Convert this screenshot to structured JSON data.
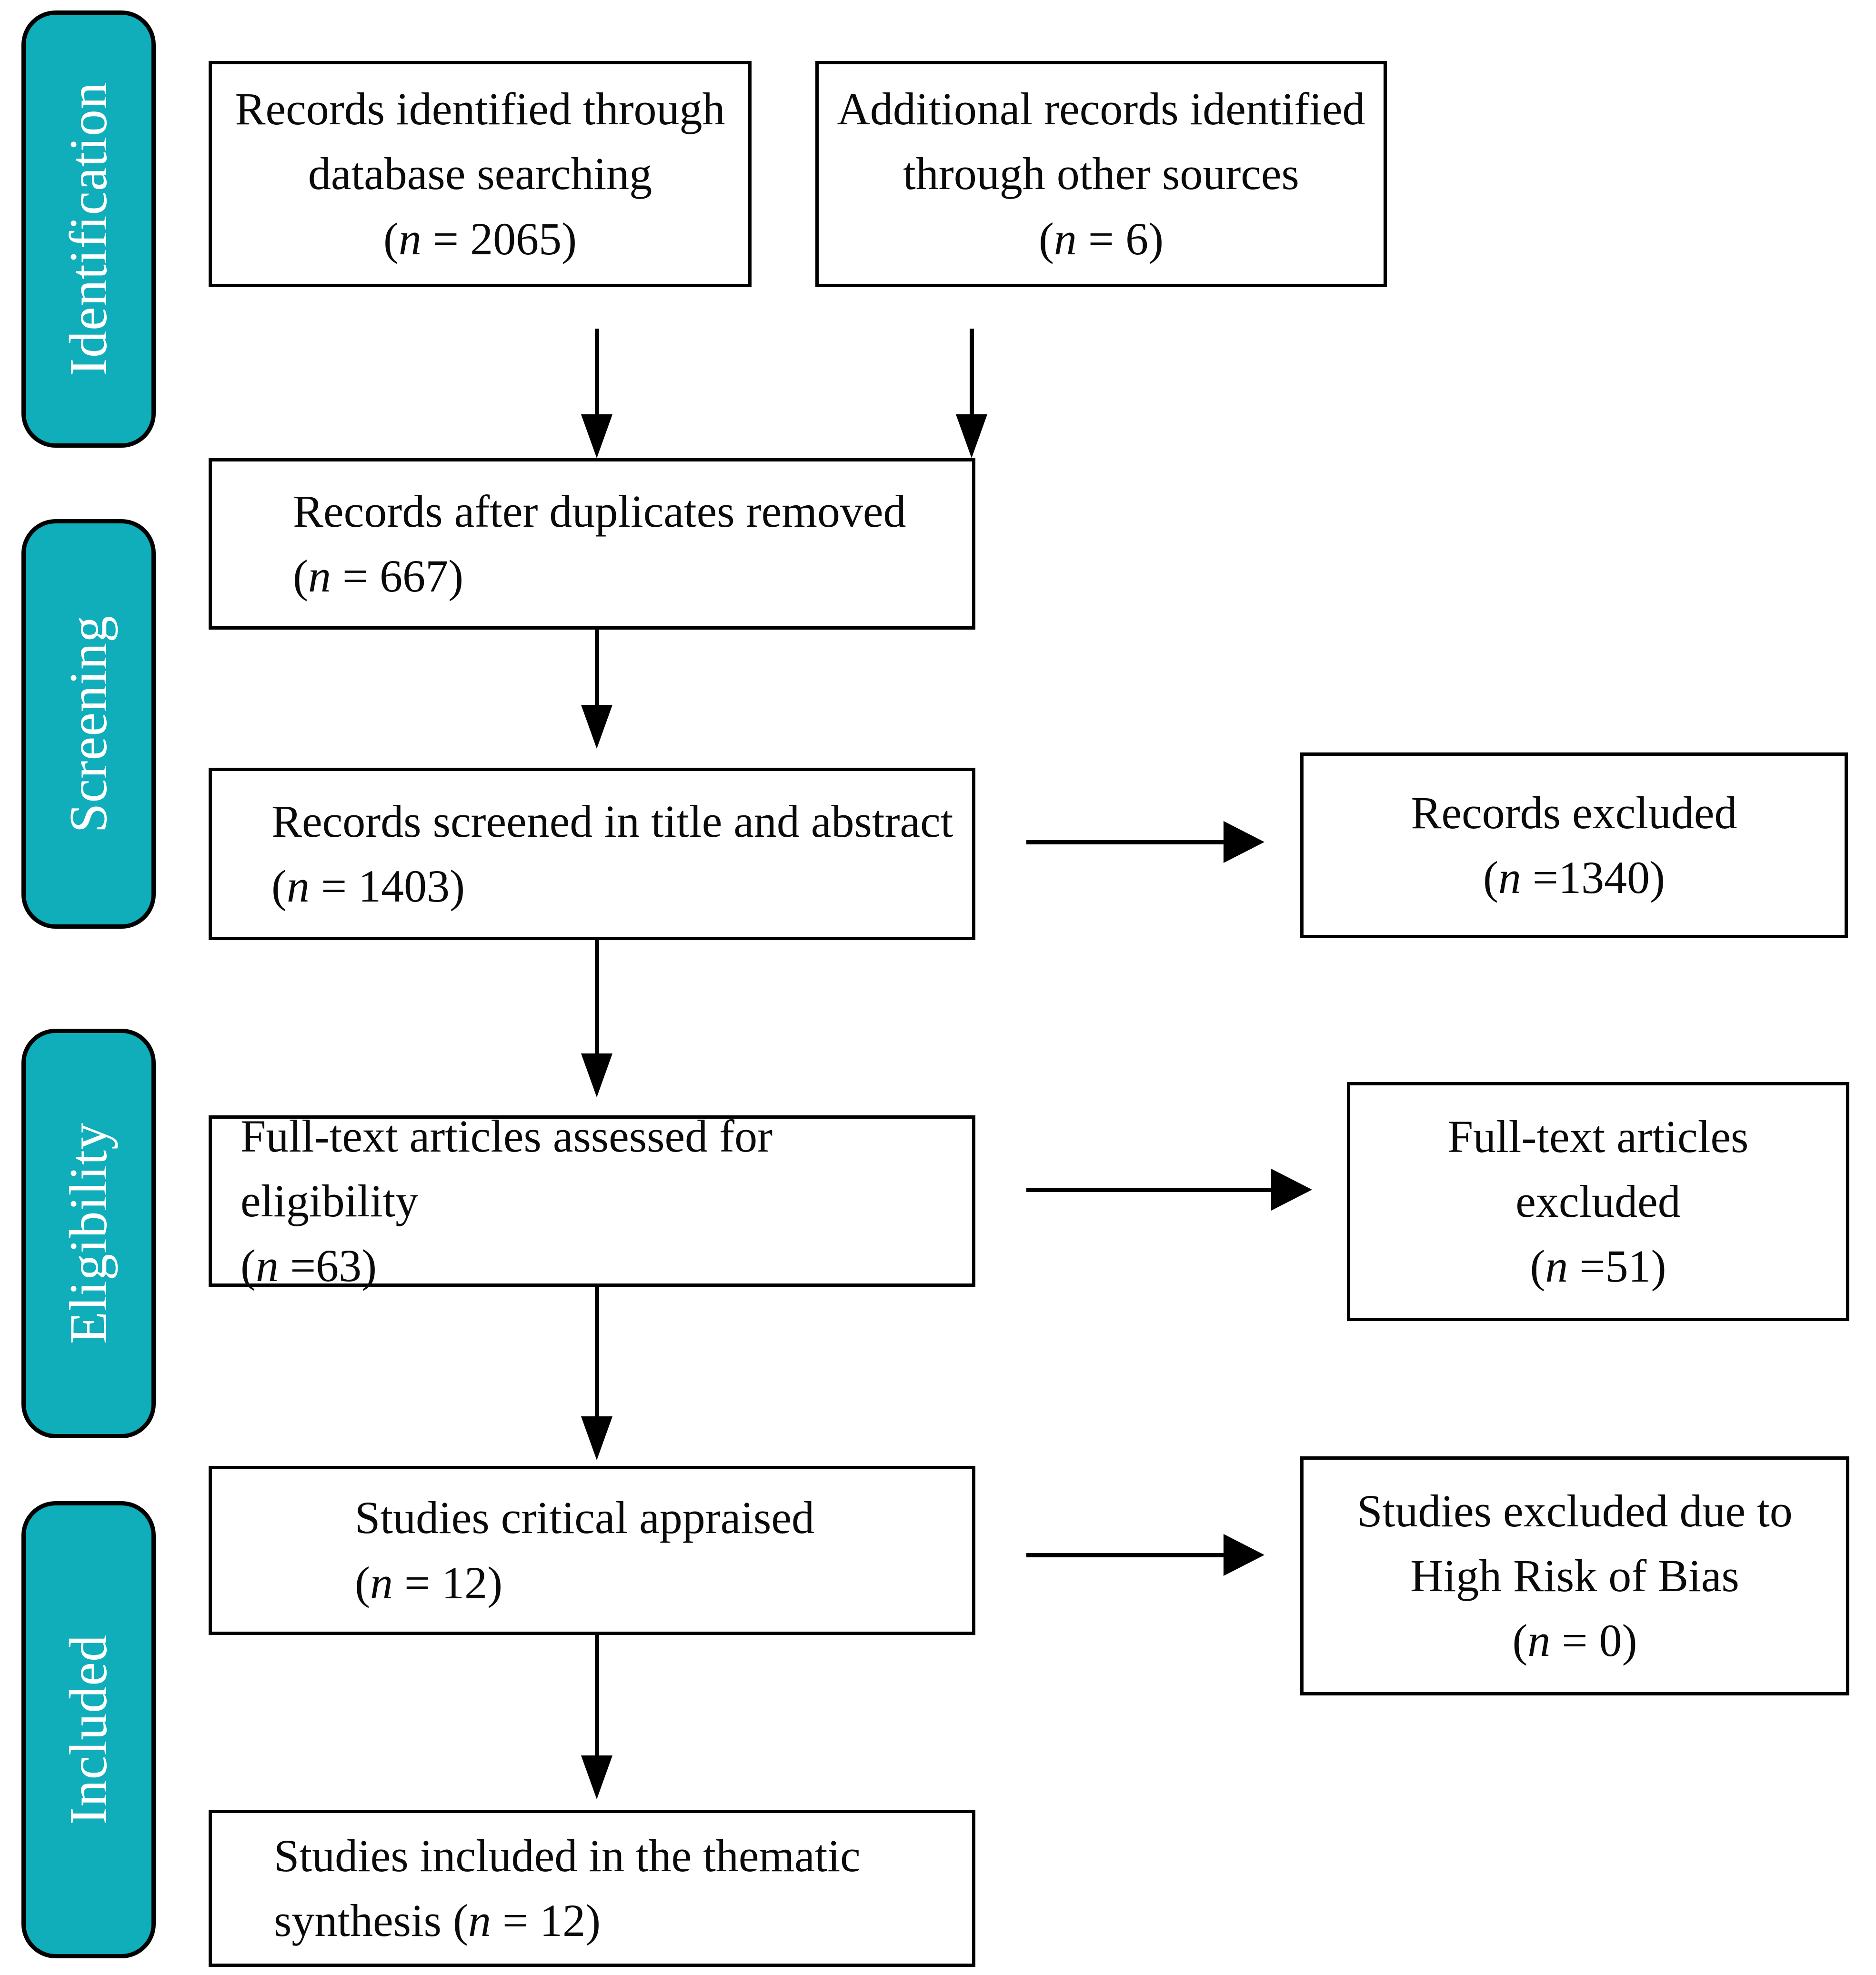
{
  "diagram": {
    "type": "prisma-flow-diagram",
    "accent_color": "#0FAEBA",
    "border_color": "#000000",
    "background_color": "#FFFFFF",
    "text_color": "#0A0A0A",
    "stage_label_color": "#FFFFFF"
  },
  "stages": [
    {
      "id": "identification",
      "label": "Identification"
    },
    {
      "id": "screening",
      "label": "Screening"
    },
    {
      "id": "eligibility",
      "label": "Eligibility"
    },
    {
      "id": "included",
      "label": "Included"
    }
  ],
  "boxes": {
    "records_database": {
      "line1": "Records identified through",
      "line2": "database searching",
      "n_prefix": "(",
      "n_italic": "n",
      "n_value": " = 2065)"
    },
    "records_other": {
      "line1": "Additional records identified",
      "line2": "through other sources",
      "n_prefix": "(",
      "n_italic": "n",
      "n_value": " = 6)"
    },
    "duplicates_removed": {
      "line1": "Records after duplicates removed",
      "n_prefix": "(",
      "n_italic": "n",
      "n_value": " = 667)"
    },
    "screened_title_abstract": {
      "line1": "Records screened in title and abstract",
      "n_prefix": "(",
      "n_italic": "n",
      "n_value": " = 1403)"
    },
    "records_excluded": {
      "line1": "Records excluded",
      "n_prefix": "(",
      "n_italic": "n",
      "n_value": " =1340)"
    },
    "fulltext_assessed": {
      "line1": "Full-text articles assessed for eligibility",
      "n_prefix": "(",
      "n_italic": "n",
      "n_value": " =63)"
    },
    "fulltext_excluded": {
      "line1": "Full-text articles",
      "line2": "excluded",
      "n_prefix": "(",
      "n_italic": "n",
      "n_value": " =51)"
    },
    "critical_appraised": {
      "line1": "Studies critical appraised",
      "n_prefix": "(",
      "n_italic": "n",
      "n_value": " = 12)"
    },
    "studies_excluded_bias": {
      "line1": "Studies excluded due to",
      "line2": "High Risk of Bias",
      "n_prefix": "(",
      "n_italic": "n",
      "n_value": " = 0)"
    },
    "included_thematic": {
      "line1": "Studies included in the thematic",
      "line2_prefix": "synthesis (",
      "line2_italic": "n",
      "line2_suffix": " = 12)"
    }
  },
  "chart_data": {
    "type": "diagram",
    "title": "PRISMA flow diagram",
    "nodes": [
      {
        "id": "records_database",
        "stage": "Identification",
        "label": "Records identified through database searching",
        "n": 2065
      },
      {
        "id": "records_other",
        "stage": "Identification",
        "label": "Additional records identified through other sources",
        "n": 6
      },
      {
        "id": "duplicates_removed",
        "stage": "Screening",
        "label": "Records after duplicates removed",
        "n": 667
      },
      {
        "id": "screened_title_abstract",
        "stage": "Screening",
        "label": "Records screened in title and abstract",
        "n": 1403
      },
      {
        "id": "records_excluded",
        "stage": "Screening",
        "label": "Records excluded",
        "n": 1340
      },
      {
        "id": "fulltext_assessed",
        "stage": "Eligibility",
        "label": "Full-text articles assessed for eligibility",
        "n": 63
      },
      {
        "id": "fulltext_excluded",
        "stage": "Eligibility",
        "label": "Full-text articles excluded",
        "n": 51
      },
      {
        "id": "critical_appraised",
        "stage": "Included",
        "label": "Studies critical appraised",
        "n": 12
      },
      {
        "id": "studies_excluded_bias",
        "stage": "Included",
        "label": "Studies excluded due to High Risk of Bias",
        "n": 0
      },
      {
        "id": "included_thematic",
        "stage": "Included",
        "label": "Studies included in the thematic synthesis",
        "n": 12
      }
    ],
    "edges": [
      {
        "from": "records_database",
        "to": "duplicates_removed",
        "direction": "down"
      },
      {
        "from": "records_other",
        "to": "duplicates_removed",
        "direction": "down"
      },
      {
        "from": "duplicates_removed",
        "to": "screened_title_abstract",
        "direction": "down"
      },
      {
        "from": "screened_title_abstract",
        "to": "records_excluded",
        "direction": "right"
      },
      {
        "from": "screened_title_abstract",
        "to": "fulltext_assessed",
        "direction": "down"
      },
      {
        "from": "fulltext_assessed",
        "to": "fulltext_excluded",
        "direction": "right"
      },
      {
        "from": "fulltext_assessed",
        "to": "critical_appraised",
        "direction": "down"
      },
      {
        "from": "critical_appraised",
        "to": "studies_excluded_bias",
        "direction": "right"
      },
      {
        "from": "critical_appraised",
        "to": "included_thematic",
        "direction": "down"
      }
    ]
  }
}
